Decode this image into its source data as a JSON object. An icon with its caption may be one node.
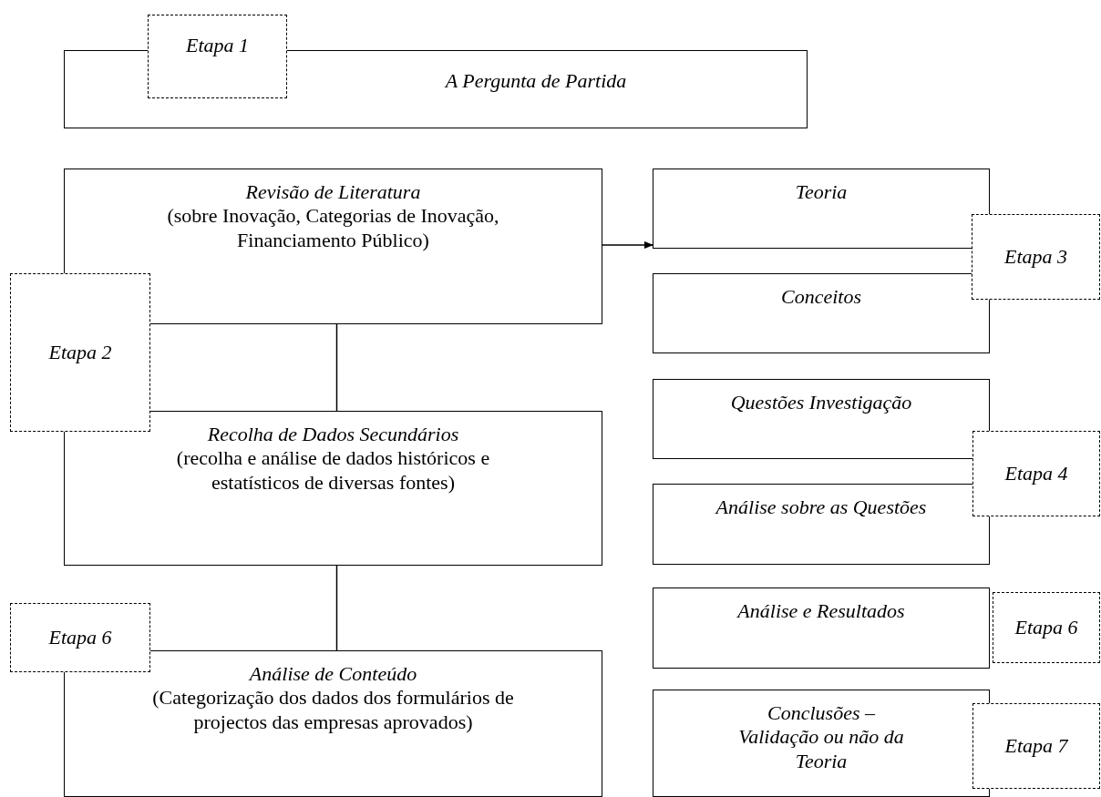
{
  "diagram": {
    "nodes": [
      {
        "text": [
          "A Pergunta de Partida"
        ]
      },
      {
        "text": [
          "Etapa 1"
        ]
      },
      {
        "text": [
          "Revisão de Literatura",
          "(sobre Inovação, Categorias de Inovação, Financiamento Público)"
        ]
      },
      {
        "text": [
          "Etapa 2"
        ]
      },
      {
        "text": [
          "Recolha de Dados Secundários",
          "(recolha e análise de dados históricos e estatísticos de diversas fontes)"
        ]
      },
      {
        "text": [
          "Etapa 6"
        ]
      },
      {
        "text": [
          "Análise de Conteúdo",
          "(Categorização dos dados dos formulários de projectos das empresas aprovados)"
        ]
      },
      {
        "text": [
          "Teoria"
        ]
      },
      {
        "text": [
          "Conceitos"
        ]
      },
      {
        "text": [
          "Etapa 3"
        ]
      },
      {
        "text": [
          "Questões Investigação"
        ]
      },
      {
        "text": [
          "Análise sobre as Questões"
        ]
      },
      {
        "text": [
          "Etapa 4"
        ]
      },
      {
        "text": [
          "Análise e Resultados"
        ]
      },
      {
        "text": [
          "Etapa 6"
        ]
      },
      {
        "text": [
          "Conclusões – Validação ou não da Teoria"
        ]
      },
      {
        "text": [
          "Etapa 7"
        ]
      }
    ],
    "edges": [
      {
        "from": 2,
        "to": 7,
        "arrow": "to"
      },
      {
        "from": 2,
        "to": 4,
        "arrow": "none"
      },
      {
        "from": 4,
        "to": 6,
        "arrow": "none"
      }
    ]
  }
}
